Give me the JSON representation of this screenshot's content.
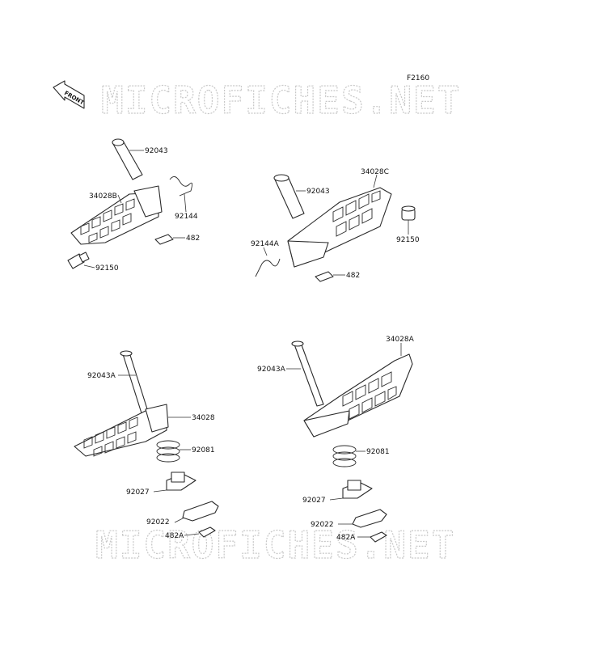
{
  "figure_id": "F2160",
  "watermark": "MICROFICHES.NET",
  "front_label": "FRONT",
  "groups": [
    {
      "labels": [
        "92043",
        "34028B",
        "92144",
        "482",
        "92150"
      ]
    },
    {
      "labels": [
        "92043",
        "34028C",
        "92150",
        "92144A",
        "482"
      ]
    },
    {
      "labels": [
        "92043A",
        "34028",
        "92081",
        "92027",
        "92022",
        "482A"
      ]
    },
    {
      "labels": [
        "92043A",
        "34028A",
        "92081",
        "92027",
        "92022",
        "482A"
      ]
    }
  ]
}
